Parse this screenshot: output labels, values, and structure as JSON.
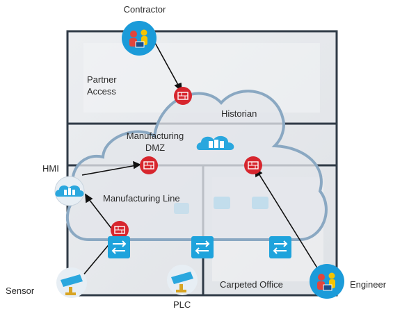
{
  "labels": {
    "contractor": "Contractor",
    "partner_access_line1": "Partner",
    "partner_access_line2": "Access",
    "historian": "Historian",
    "manufacturing_dmz_line1": "Manufacturing",
    "manufacturing_dmz_line2": "DMZ",
    "hmi": "HMI",
    "manufacturing_line": "Manufacturing Line",
    "sensor": "Sensor",
    "plc": "PLC",
    "carpeted_office": "Carpeted Office",
    "engineer": "Engineer"
  },
  "icons": {
    "person_circle": "people-icon",
    "firewall": "firewall-icon",
    "server": "server-icon",
    "switch": "switch-icon",
    "camera": "camera-icon"
  },
  "colors": {
    "firewall_red": "#d7262e",
    "switch_blue": "#1ea3dc",
    "person_blue": "#1b9bd9",
    "zone_fill": "#e9eaec",
    "cloud_stroke": "#8aa8c2",
    "frame_dark": "#2f3a46"
  }
}
